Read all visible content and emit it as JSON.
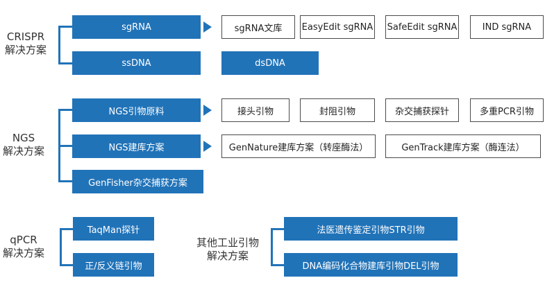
{
  "crispr": {
    "title_1": "CRISPR",
    "title_2": "解决方案",
    "sgrna": "sgRNA",
    "ssdna": "ssDNA",
    "dsdna": "dsDNA",
    "products": [
      "sgRNA文库",
      "EasyEdit sgRNA",
      "SafeEdit sgRNA",
      "IND sgRNA"
    ]
  },
  "ngs": {
    "title_1": "NGS",
    "title_2": "解决方案",
    "primer_material": "NGS引物原料",
    "library_solution": "NGS建库方案",
    "genfisher": "GenFisher杂交捕获方案",
    "primer_products": [
      "接头引物",
      "封阻引物",
      "杂交捕获探针",
      "多重PCR引物"
    ],
    "library_products": [
      "GenNature建库方案（转座酶法）",
      "GenTrack建库方案（酶连法）"
    ]
  },
  "qpcr": {
    "title_1": "qPCR",
    "title_2": "解决方案",
    "taqman": "TaqMan探针",
    "primers": "正/反义链引物"
  },
  "industrial": {
    "title_1": "其他工业引物",
    "title_2": "解决方案",
    "str": "法医遗传鉴定引物STR引物",
    "del": "DNA编码化合物建库引物DEL引物"
  },
  "colors": {
    "accent": "#2173b8",
    "border": "#4a4a4a",
    "text": "#333333"
  }
}
